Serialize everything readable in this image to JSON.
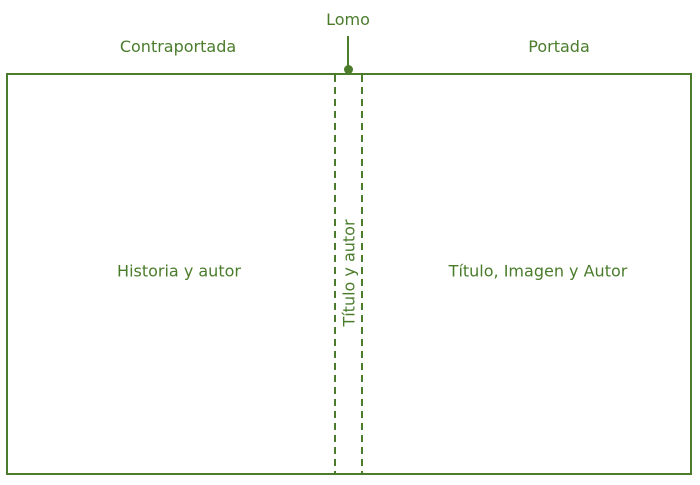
{
  "colors": {
    "accent": "#4a7c2b",
    "background": "#ffffff"
  },
  "diagram": {
    "labels": {
      "spine": "Lomo",
      "back_cover": "Contraportada",
      "front_cover": "Portada"
    },
    "contents": {
      "back_cover": "Historia y autor",
      "spine": "Título y autor",
      "front_cover": "Título, Imagen y Autor"
    }
  }
}
